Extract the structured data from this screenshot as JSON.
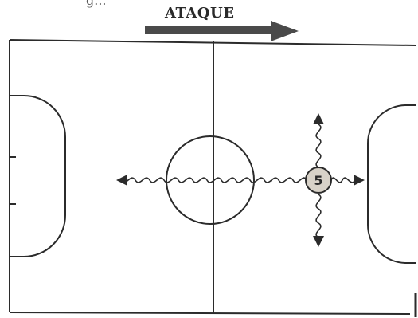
{
  "header": {
    "top_fragment": "g...",
    "attack_label": "ATAQUE"
  },
  "diagram": {
    "player": {
      "number": "5"
    },
    "colors": {
      "line": "#2b2b2b",
      "arrow": "#4a4a4a",
      "player_fill": "#d8d2c8",
      "background": "#ffffff"
    },
    "icons": {
      "attack_direction": "arrow-right-icon",
      "movement": "wavy-arrow-icon"
    }
  }
}
